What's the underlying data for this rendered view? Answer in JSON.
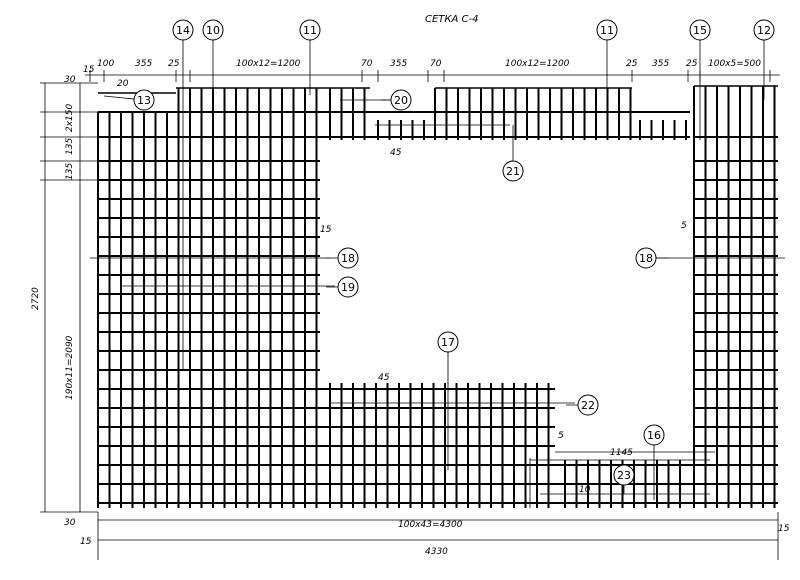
{
  "title": "СЕТКА С-4",
  "top_dims": {
    "d15": "15",
    "d100": "100",
    "d355a": "355",
    "d25a": "25",
    "seg1": "100x12=1200",
    "d70a": "70",
    "d355b": "355",
    "d70b": "70",
    "seg2": "100x12=1200",
    "d25b": "25",
    "d355c": "355",
    "d25c": "25",
    "seg3": "100x5=500"
  },
  "left_dims": {
    "d30top": "30",
    "d20": "20",
    "total": "2720",
    "d2x150": "2x150",
    "d135a": "135",
    "d135b": "135",
    "seg": "190x11=2090",
    "d30bot": "30"
  },
  "bottom_dims": {
    "seg": "100x43=4300",
    "total": "4330",
    "d15left": "15",
    "d15right": "15"
  },
  "inner_dims": {
    "d45top": "45",
    "d15": "15",
    "d5right": "5",
    "d45mid": "45",
    "d5mid": "5",
    "d1145": "1145",
    "d10": "10"
  },
  "callouts": [
    "10",
    "11",
    "11",
    "12",
    "13",
    "14",
    "15",
    "16",
    "17",
    "18",
    "18",
    "19",
    "20",
    "21",
    "22",
    "23"
  ]
}
